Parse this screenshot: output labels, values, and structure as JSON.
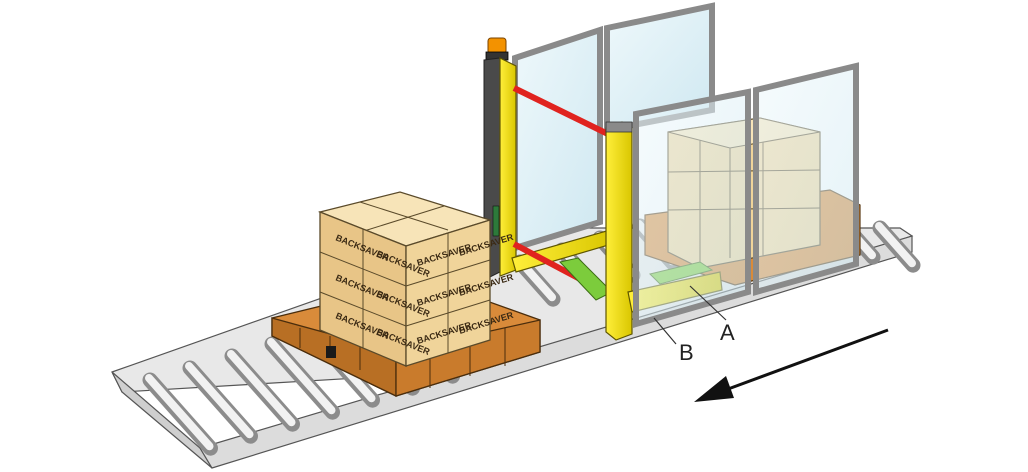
{
  "callouts": {
    "a": "A",
    "b": "B"
  },
  "box_logo": "BACKSAVER",
  "colors": {
    "light_curtain": "#f5e600",
    "beam": "#e0231f",
    "beacon": "#f39200",
    "pallet": "#d98b3a",
    "carton": "#f0d49a",
    "conveyor_roller": "#d6d6d6",
    "mat": "#7ccc3c",
    "glass": "#d9eef6"
  },
  "icons": {
    "direction": "arrow-left-down-icon"
  }
}
